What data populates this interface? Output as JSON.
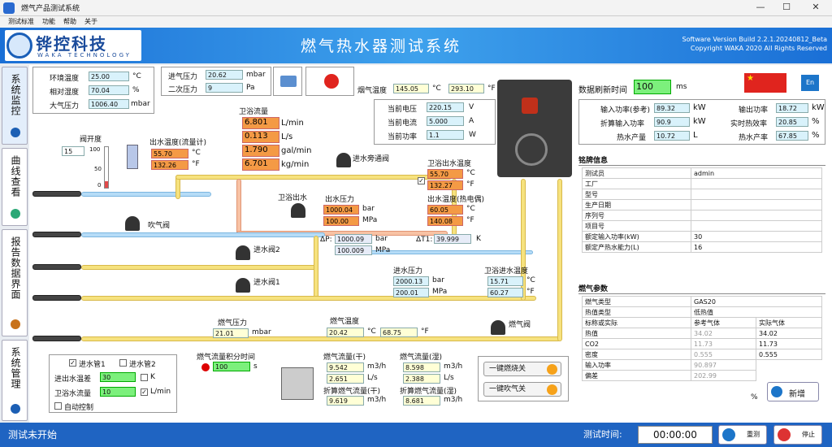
{
  "window": {
    "title": "燃气产品测试系统",
    "minimize": "—",
    "maximize": "☐",
    "close": "✕"
  },
  "menu": [
    "测试标准",
    "功能",
    "帮助",
    "关于"
  ],
  "header": {
    "logo_main": "铧控科技",
    "logo_sub": "WAKA TECHNOLOGY",
    "app_title": "燃气热水器测试系统",
    "version": "Software Version Build 2.2.1.20240812_Beta",
    "copyright": "Copyright WAKA 2020 All Rights Reserved"
  },
  "sidebar": [
    {
      "label": "系统监控"
    },
    {
      "label": "曲线查看"
    },
    {
      "label": "报告数据界面"
    },
    {
      "label": "系统管理"
    }
  ],
  "env": {
    "temp_label": "环境温度",
    "temp": "25.00",
    "temp_unit": "°C",
    "hum_label": "相对湿度",
    "hum": "70.04",
    "hum_unit": "%",
    "press_label": "大气压力",
    "press": "1006.40",
    "press_unit": "mbar"
  },
  "gasin": {
    "p1_label": "进气压力",
    "p1": "20.62",
    "p1_unit": "mbar",
    "p2_label": "二次压力",
    "p2": "9",
    "p2_unit": "Pa"
  },
  "flue": {
    "label": "烟气温度",
    "c": "145.05",
    "c_unit": "°C",
    "f": "293.10",
    "f_unit": "°F"
  },
  "power": {
    "v_label": "当前电压",
    "v": "220.15",
    "v_unit": "V",
    "a_label": "当前电流",
    "a": "5.000",
    "a_unit": "A",
    "w_label": "当前功率",
    "w": "1.1",
    "w_unit": "W"
  },
  "refresh": {
    "label": "数据刷新时间",
    "value": "100",
    "unit": "ms",
    "lang": "En"
  },
  "perf": {
    "in_label": "输入功率(参考)",
    "in": "89.32",
    "in_unit": "kW",
    "out_label": "输出功率",
    "out": "18.72",
    "out_unit": "kW",
    "conv_label": "折算输入功率",
    "conv": "90.9",
    "conv_unit": "kW",
    "eff_label": "实时热效率",
    "eff": "20.85",
    "eff_unit": "%",
    "hw_label": "热水产量",
    "hw": "10.72",
    "hw_unit": "L",
    "hwr_label": "热水产率",
    "hwr": "67.85",
    "hwr_unit": "%"
  },
  "nameplate": {
    "title": "铭牌信息",
    "rows": [
      [
        "测试员",
        "admin"
      ],
      [
        "工厂",
        ""
      ],
      [
        "型号",
        ""
      ],
      [
        "生产日期",
        ""
      ],
      [
        "序列号",
        ""
      ],
      [
        "项目号",
        ""
      ],
      [
        "额定输入功率(kW)",
        "30"
      ],
      [
        "额定产热水能力(L)",
        "16"
      ]
    ]
  },
  "gasparam": {
    "title": "燃气参数",
    "type_label": "燃气类型",
    "type": "GAS20",
    "heat_label": "热值类型",
    "heat": "低热值",
    "col0": "标称或实际",
    "col1": "参考气体",
    "col2": "实际气体",
    "rows": [
      [
        "热值",
        "34.02",
        "34.02"
      ],
      [
        "CO2",
        "11.73",
        "11.73"
      ],
      [
        "密度",
        "0.555",
        "0.555"
      ]
    ],
    "input_label": "输入功率",
    "input": "90.897",
    "dev_label": "偏差",
    "dev": "202.99",
    "dev_unit": "%",
    "add": "新增"
  },
  "valve": {
    "label": "阀开度",
    "value": "15",
    "ticks": [
      "100",
      "50",
      "0"
    ]
  },
  "outlet": {
    "label": "出水温度(流量计)",
    "c": "55.70",
    "c_unit": "°C",
    "f": "132.26",
    "f_unit": "°F"
  },
  "bathflow": {
    "label": "卫浴流量",
    "v1": "6.801",
    "u1": "L/min",
    "v2": "0.113",
    "u2": "L/s",
    "v3": "1.790",
    "u3": "gal/min",
    "v4": "6.701",
    "u4": "kg/min"
  },
  "bypass": {
    "label": "进水旁通阀"
  },
  "bathout": {
    "label": "卫浴出水温度",
    "c": "55.70",
    "c_unit": "°C",
    "f": "132.27",
    "f_unit": "°F"
  },
  "bathwater": {
    "label": "卫浴出水"
  },
  "outpress": {
    "label": "出水压力",
    "bar": "1000.04",
    "bar_unit": "bar",
    "mpa": "100.00",
    "mpa_unit": "MPa"
  },
  "outtc": {
    "label": "出水温度(热电偶)",
    "c": "60.05",
    "c_unit": "°C",
    "f": "140.08",
    "f_unit": "°F"
  },
  "dp": {
    "label": "ΔP:",
    "bar": "1000.09",
    "bar_unit": "bar",
    "mpa": "100.009",
    "mpa_unit": "MPa"
  },
  "dt": {
    "label": "ΔT1:",
    "value": "39.999",
    "unit": "K"
  },
  "blow": {
    "label": "吹气阀"
  },
  "inv2": {
    "label": "进水阀2"
  },
  "inv1": {
    "label": "进水阀1"
  },
  "inpress": {
    "label": "进水压力",
    "bar": "2000.13",
    "bar_unit": "bar",
    "mpa": "200.01",
    "mpa_unit": "MPa"
  },
  "intemp": {
    "label": "卫浴进水温度",
    "c": "15.71",
    "c_unit": "°C",
    "f": "60.27",
    "f_unit": "°F"
  },
  "gaspress": {
    "label": "燃气压力",
    "value": "21.01",
    "unit": "mbar"
  },
  "gastemp": {
    "label": "燃气温度",
    "c": "20.42",
    "c_unit": "°C",
    "f": "68.75",
    "f_unit": "°F"
  },
  "gasvalve": {
    "label": "燃气阀"
  },
  "gasint": {
    "label": "燃气流量积分时间",
    "value": "100",
    "unit": "s"
  },
  "gasflow": {
    "dry_label": "燃气流量(干)",
    "dry1": "9.542",
    "dry1_unit": "m3/h",
    "dry2": "2.651",
    "dry2_unit": "L/s",
    "wet_label": "燃气流量(湿)",
    "wet1": "8.598",
    "wet1_unit": "m3/h",
    "wet2": "2.388",
    "wet2_unit": "L/s",
    "cdry_label": "折算燃气流量(干)",
    "cdry": "9.619",
    "cdry_unit": "m3/h",
    "cwet_label": "折算燃气流量(湿)",
    "cwet": "8.681",
    "cwet_unit": "m3/h"
  },
  "ctrl": {
    "pipe1": "进水管1",
    "pipe2": "进水管2",
    "dt_label": "进出水温差",
    "dt": "30",
    "dt_unit": "K",
    "flow_label": "卫浴水流量",
    "flow": "10",
    "flow_unit": "L/min",
    "auto": "自动控制"
  },
  "actions": {
    "burn_off": "一键燃烧关",
    "blow_off": "一键吹气关"
  },
  "status": {
    "text": "测试未开始",
    "time_label": "测试时间:",
    "time": "00:00:00",
    "reset": "重测",
    "stop": "停止"
  }
}
